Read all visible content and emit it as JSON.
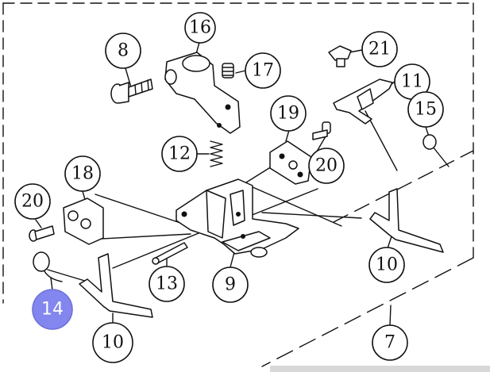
{
  "callouts": {
    "c16": "16",
    "c8": "8",
    "c17": "17",
    "c21": "21",
    "c11": "11",
    "c15": "15",
    "c19": "19",
    "c12": "12",
    "c20a": "20",
    "c18": "18",
    "c20b": "20",
    "c14": "14",
    "c13": "13",
    "c9": "9",
    "c10a": "10",
    "c10b": "10",
    "c7": "7"
  },
  "highlight_color": "#8286ee"
}
